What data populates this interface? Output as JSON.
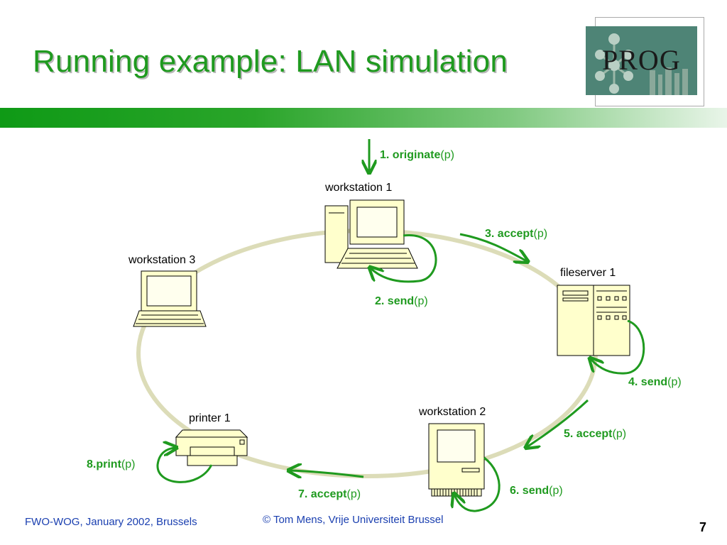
{
  "title": "Running example: LAN simulation",
  "logo": {
    "text": "PROG"
  },
  "nodes": {
    "workstation1": "workstation 1",
    "workstation2": "workstation 2",
    "workstation3": "workstation 3",
    "fileserver1": "fileserver 1",
    "printer1": "printer 1"
  },
  "steps": [
    {
      "name": "1. originate",
      "arg": "(p)"
    },
    {
      "name": "2. send",
      "arg": "(p)"
    },
    {
      "name": "3. accept",
      "arg": "(p)"
    },
    {
      "name": "4. send",
      "arg": "(p)"
    },
    {
      "name": "5. accept",
      "arg": "(p)"
    },
    {
      "name": "6. send",
      "arg": "(p)"
    },
    {
      "name": "7. accept",
      "arg": "(p)"
    },
    {
      "name": "8.print",
      "arg": "(p)"
    }
  ],
  "footer": {
    "left": "FWO-WOG, January 2002, Brussels",
    "center": "© Tom Mens, Vrije Universiteit Brussel",
    "page": "7"
  },
  "colors": {
    "accent": "#1f9a1f",
    "ring": "#dcdcb8",
    "device_fill": "#ffffcc",
    "footer_text": "#1a3fb0"
  }
}
